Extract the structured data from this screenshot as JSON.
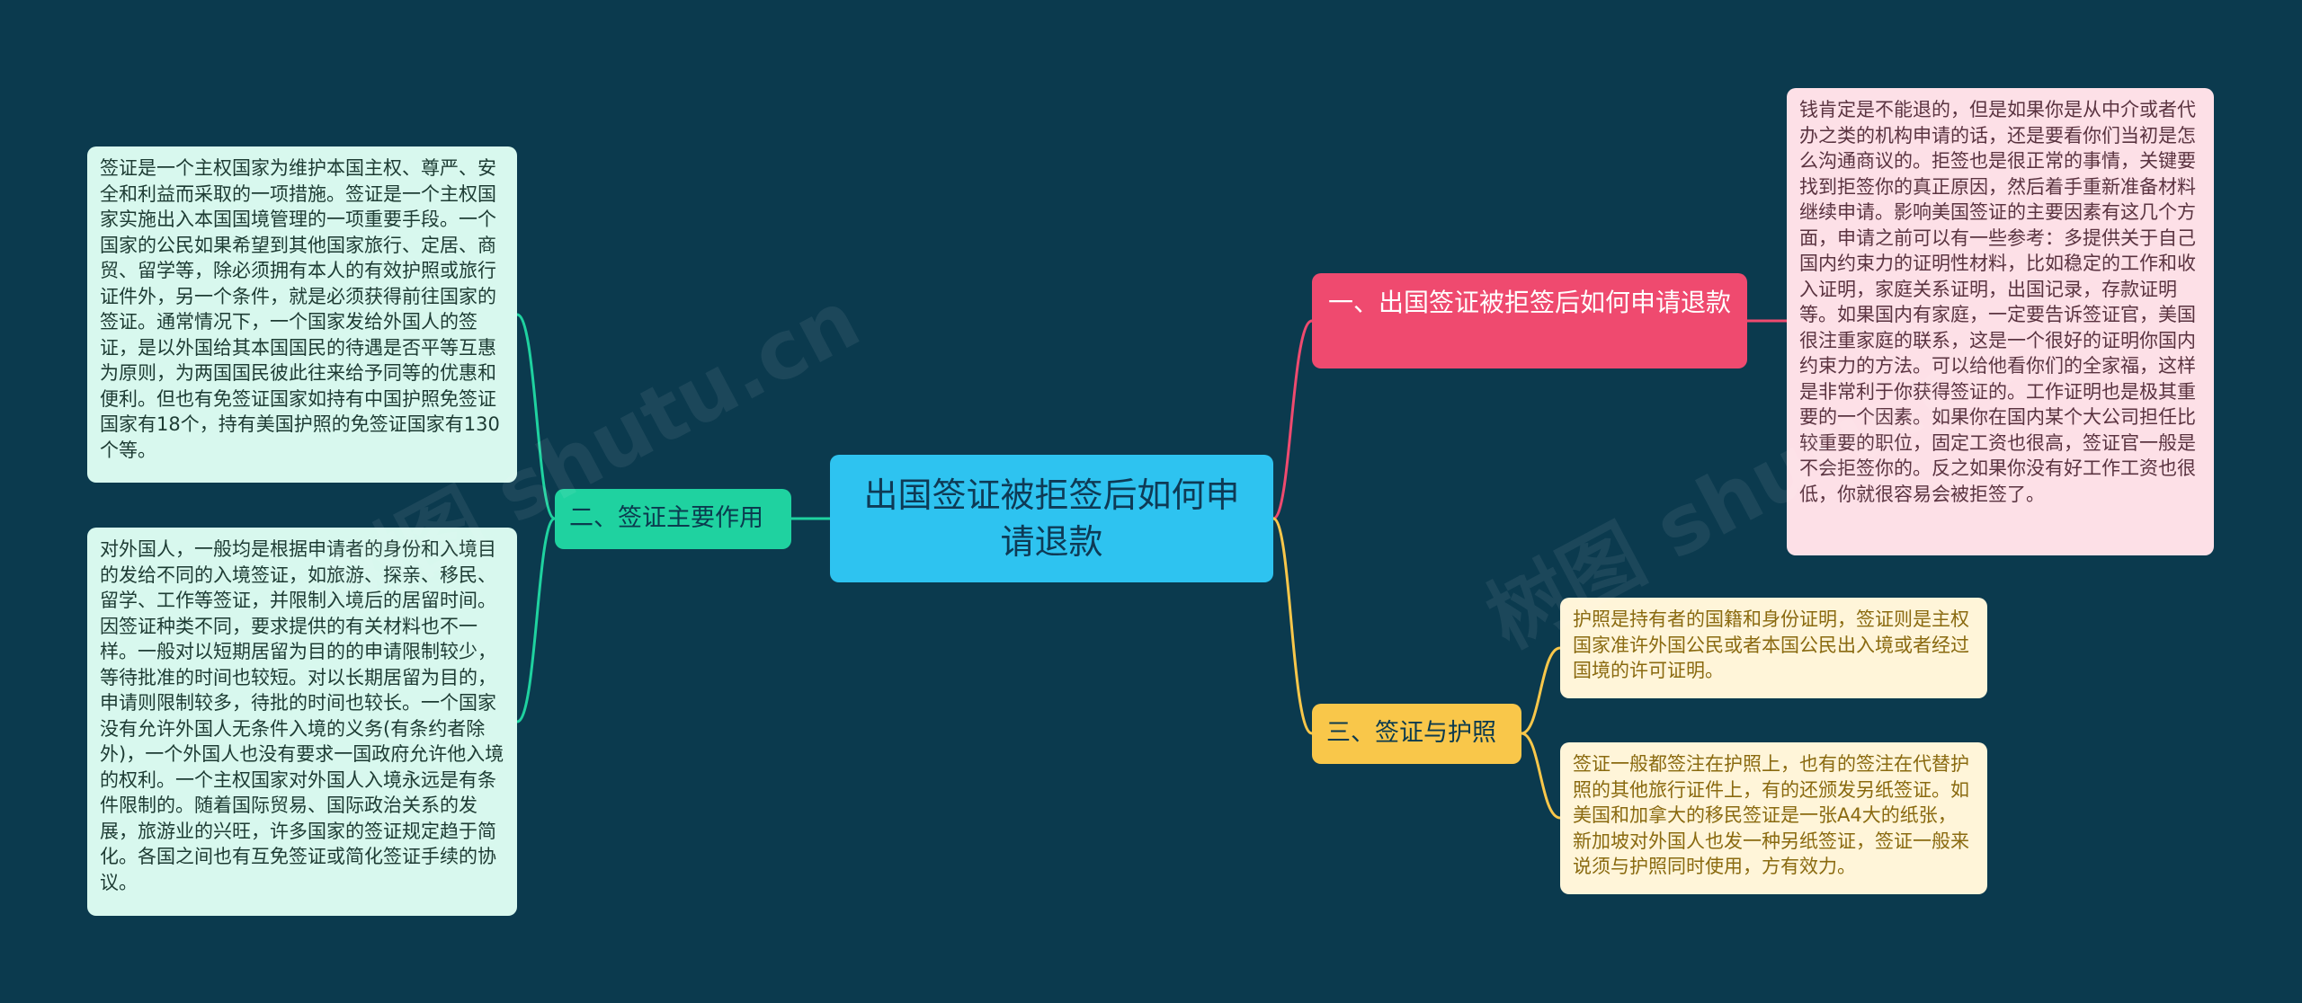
{
  "root": {
    "label": "出国签证被拒签后如何申请退款",
    "color": "#2ec3f0"
  },
  "branches": [
    {
      "label": "一、出国签证被拒签后如何申请退款",
      "color": "#ef4a6f",
      "leaves": [
        "钱肯定是不能退的，但是如果你是从中介或者代办之类的机构申请的话，还是要看你们当初是怎么沟通商议的。拒签也是很正常的事情，关键要找到拒签你的真正原因，然后着手重新准备材料继续申请。影响美国签证的主要因素有这几个方面，申请之前可以有一些参考：多提供关于自己国内约束力的证明性材料，比如稳定的工作和收入证明，家庭关系证明，出国记录，存款证明等。如果国内有家庭，一定要告诉签证官，美国很注重家庭的联系，这是一个很好的证明你国内约束力的方法。可以给他看你们的全家福，这样是非常利于你获得签证的。工作证明也是极其重要的一个因素。如果你在国内某个大公司担任比较重要的职位，固定工资也很高，签证官一般是不会拒签你的。反之如果你没有好工作工资也很低，你就很容易会被拒签了。"
      ]
    },
    {
      "label": "二、签证主要作用",
      "color": "#1fd2a0",
      "leaves": [
        "签证是一个主权国家为维护本国主权、尊严、安全和利益而采取的一项措施。签证是一个主权国家实施出入本国国境管理的一项重要手段。一个国家的公民如果希望到其他国家旅行、定居、商贸、留学等，除必须拥有本人的有效护照或旅行证件外，另一个条件，就是必须获得前往国家的签证。通常情况下，一个国家发给外国人的签证，是以外国给其本国国民的待遇是否平等互惠为原则，为两国国民彼此往来给予同等的优惠和便利。但也有免签证国家如持有中国护照免签证国家有18个，持有美国护照的免签证国家有130个等。",
        "对外国人，一般均是根据申请者的身份和入境目的发给不同的入境签证，如旅游、探亲、移民、留学、工作等签证，并限制入境后的居留时间。因签证种类不同，要求提供的有关材料也不一样。一般对以短期居留为目的的申请限制较少，等待批准的时间也较短。对以长期居留为目的，申请则限制较多，待批的时间也较长。一个国家没有允许外国人无条件入境的义务(有条约者除外)，一个外国人也没有要求一国政府允许他入境的权利。一个主权国家对外国人入境永远是有条件限制的。随着国际贸易、国际政治关系的发展，旅游业的兴旺，许多国家的签证规定趋于简化。各国之间也有互免签证或简化签证手续的协议。"
      ]
    },
    {
      "label": "三、签证与护照",
      "color": "#f9c74a",
      "leaves": [
        "护照是持有者的国籍和身份证明，签证则是主权国家准许外国公民或者本国公民出入境或者经过国境的许可证明。",
        "签证一般都签注在护照上，也有的签注在代替护照的其他旅行证件上，有的还颁发另纸签证。如美国和加拿大的移民签证是一张A4大的纸张，新加坡对外国人也发一种另纸签证，签证一般来说须与护照同时使用，方有效力。"
      ]
    }
  ],
  "watermark": "树图 shutu.cn"
}
